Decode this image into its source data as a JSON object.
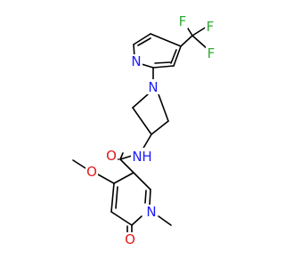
{
  "colors": {
    "carbon_bond": "#000000",
    "nitrogen": "#1b1bff",
    "oxygen": "#e31a1a",
    "fluorine": "#33aa33",
    "background": "#ffffff"
  },
  "atoms": [
    {
      "id": "F1",
      "label": "F",
      "element": "F"
    },
    {
      "id": "F2",
      "label": "F",
      "element": "F"
    },
    {
      "id": "F3",
      "label": "F",
      "element": "F"
    },
    {
      "id": "N_pyridine",
      "label": "N",
      "element": "N"
    },
    {
      "id": "N_azetidine",
      "label": "N",
      "element": "N"
    },
    {
      "id": "NH_amide",
      "label": "N",
      "element": "N"
    },
    {
      "id": "H_amide",
      "label": "H",
      "element": "N"
    },
    {
      "id": "O_carbonyl",
      "label": "O",
      "element": "O"
    },
    {
      "id": "O_methoxy",
      "label": "O",
      "element": "O"
    },
    {
      "id": "N_pyridone",
      "label": "N",
      "element": "N"
    },
    {
      "id": "O_pyridone",
      "label": "O",
      "element": "O"
    }
  ]
}
